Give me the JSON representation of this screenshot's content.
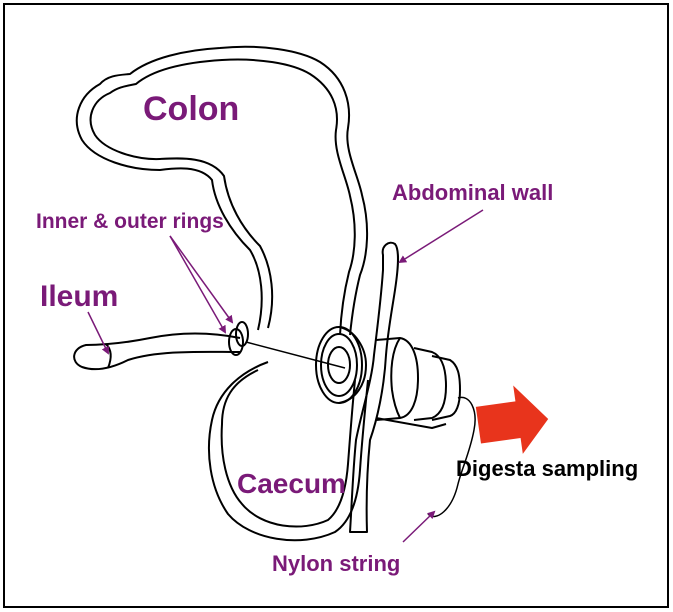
{
  "labels": {
    "colon": "Colon",
    "abdominal_wall": "Abdominal wall",
    "inner_outer_rings": "Inner & outer rings",
    "ileum": "Ileum",
    "caecum": "Caecum",
    "digesta_sampling": "Digesta sampling",
    "nylon_string": "Nylon string"
  },
  "colors": {
    "label_purple": "#7a1a78",
    "arrow_red": "#e8341c",
    "line_black": "#000000",
    "frame": "#000000"
  }
}
